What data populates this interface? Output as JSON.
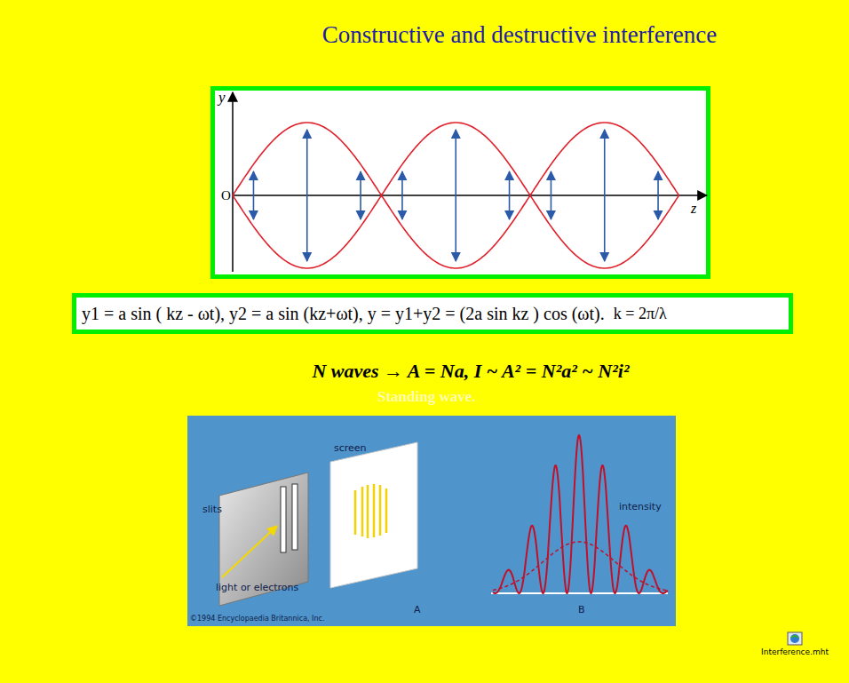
{
  "diagram": {
    "title": "Constructive and destructive interference",
    "nodes": [
      {
        "text": [
          "y1 = a sin ( kz - ωt), y2 = a sin (kz+ωt), y = y1+y2 = (2a sin kz ) cos (ωt).",
          "k = 2π/λ"
        ]
      }
    ],
    "labels": [
      "y",
      "O",
      "z",
      "N waves → A = Na, I ~ A² = N²a² ~ N²i²",
      "Standing wave.",
      "screen",
      "slits",
      "light or electrons",
      "intensity",
      "A",
      "B",
      "©1994 Encyclopaedia Britannica, Inc.",
      "Interference.mht"
    ]
  }
}
